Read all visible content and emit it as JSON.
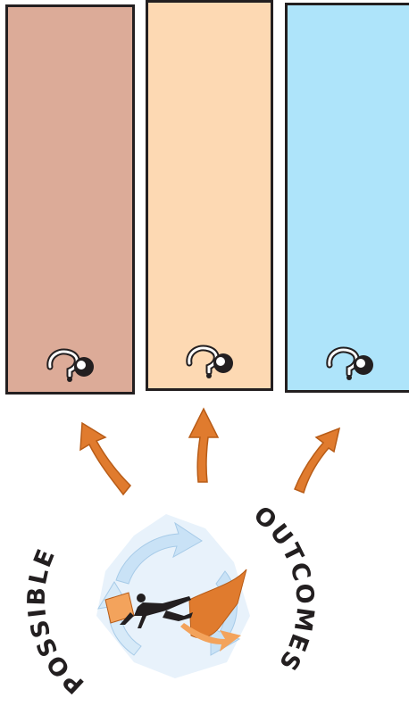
{
  "panels": [
    {
      "id": "panel-1",
      "color": "#dcab98",
      "icon": "question-mark-icon"
    },
    {
      "id": "panel-2",
      "color": "#fdd9b3",
      "icon": "question-mark-icon"
    },
    {
      "id": "panel-3",
      "color": "#aee4fa",
      "icon": "question-mark-icon"
    }
  ],
  "arrows": {
    "color": "#e07b2e",
    "count": 3
  },
  "labels": {
    "left": "POSSIBLE",
    "right": "OUTCOMES"
  },
  "center_graphic": {
    "icon": "person-with-cycle-arrows-icon"
  }
}
